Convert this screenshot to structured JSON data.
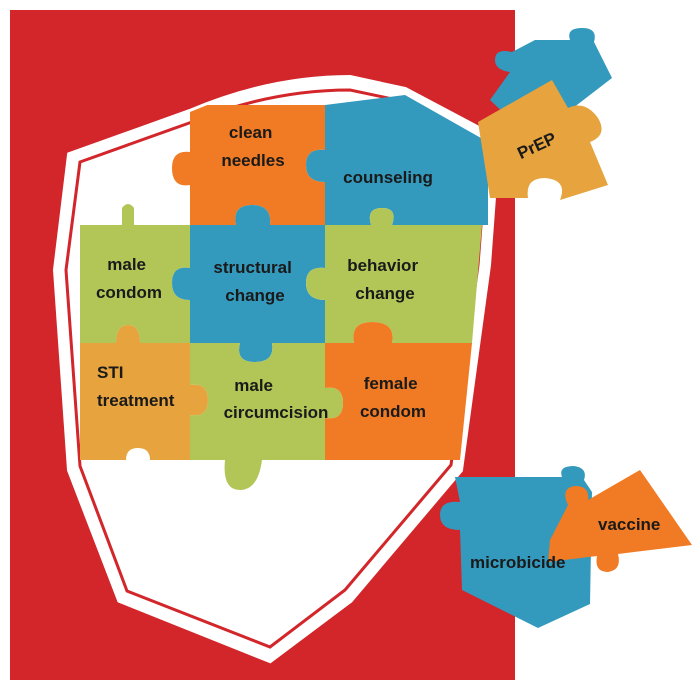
{
  "colors": {
    "background_panel": "#d2262a",
    "shield_border": "#ffffff",
    "orange": "#f07b24",
    "blue": "#3399bd",
    "green": "#b2c658",
    "gold": "#e6a33e",
    "label": "#1a1a1a"
  },
  "shield_pieces": {
    "clean_needles": [
      "clean",
      "needles"
    ],
    "counseling": [
      "counseling"
    ],
    "male_condom": [
      "male",
      "condom"
    ],
    "structural_change": [
      "structural",
      "change"
    ],
    "behavior_change": [
      "behavior",
      "change"
    ],
    "sti_treatment": [
      "STI",
      "treatment"
    ],
    "male_circumcision": [
      "male",
      "circumcision"
    ],
    "female_condom": [
      "female",
      "condom"
    ]
  },
  "loose_pieces": {
    "prep": "PrEP",
    "microbicide": "microbicide",
    "vaccine": "vaccine"
  }
}
